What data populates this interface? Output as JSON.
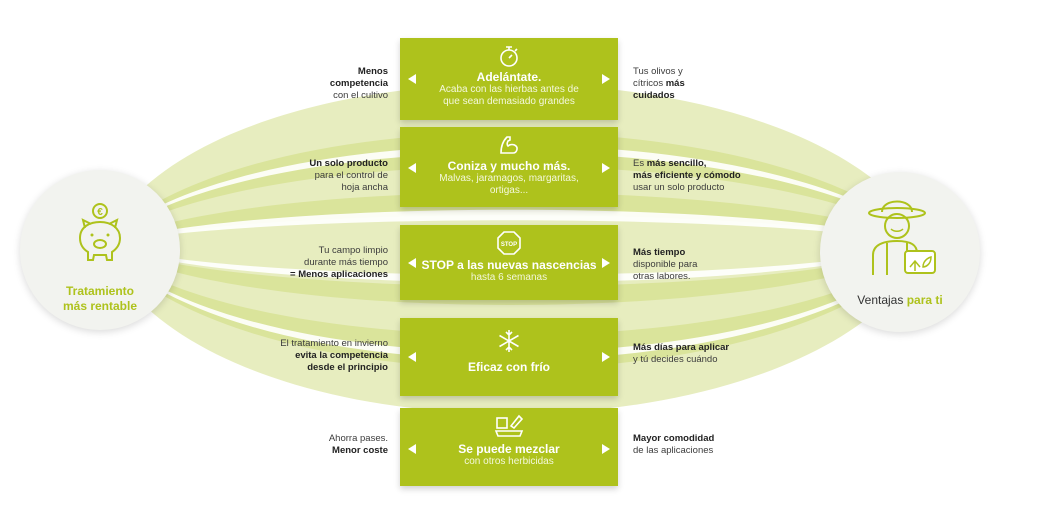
{
  "colors": {
    "accent": "#aec21c",
    "band": "#aec21c",
    "ellipse": "#dce5a5",
    "text": "#3c3c3c"
  },
  "left_circle": {
    "icon": "piggy-bank-euro-icon",
    "line1": "Tratamiento",
    "line2": "más rentable"
  },
  "right_circle": {
    "icon": "farmer-icon",
    "label_plain": "Ventajas",
    "label_accent": "para ti"
  },
  "rows": [
    {
      "icon": "stopwatch-icon",
      "title": "Adelántate.",
      "subtitle_1": "Acaba con las hierbas antes de",
      "subtitle_2": "que sean demasiado grandes",
      "left_1": "Menos",
      "left_2": "competencia",
      "left_3": "con el cultivo",
      "right_1": "Tus olivos y",
      "right_2": "cítricos",
      "right_3": "más",
      "right_4": "cuidados"
    },
    {
      "icon": "flexed-arm-icon",
      "title": "Coniza y mucho más.",
      "subtitle_1": "Malvas, jaramagos, margaritas,",
      "subtitle_2": "ortigas...",
      "left_1": "Un solo producto",
      "left_2": "para el control de",
      "left_3": "hoja ancha",
      "right_1": "Es",
      "right_2": "más sencillo,",
      "right_3": "más eficiente y cómodo",
      "right_4": "usar un solo producto"
    },
    {
      "icon": "stop-sign-icon",
      "title": "STOP a las nuevas nascencias",
      "subtitle_1": "hasta 6 semanas",
      "left_1": "Tu campo limpio",
      "left_2": "durante más tiempo",
      "left_3": "= Menos aplicaciones",
      "right_1": "Más tiempo",
      "right_2": "disponible para",
      "right_3": "otras labores."
    },
    {
      "icon": "snowflake-icon",
      "title": "Eficaz con frío",
      "left_1": "El tratamiento en invierno",
      "left_2": "evita la competencia",
      "left_3": "desde el principio",
      "right_1": "Más días para aplicar",
      "right_2": "y tú decides cuándo"
    },
    {
      "icon": "mixing-containers-icon",
      "title": "Se puede mezclar",
      "subtitle_1": "con otros herbicidas",
      "left_1": "Ahorra pases.",
      "left_2": "Menor coste",
      "right_1": "Mayor comodidad",
      "right_2": "de las aplicaciones"
    }
  ]
}
